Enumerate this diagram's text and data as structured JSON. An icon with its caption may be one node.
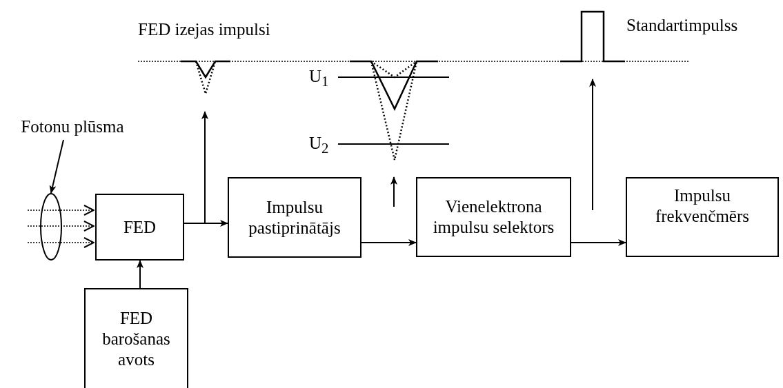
{
  "diagram": {
    "nodes": [
      {
        "text": [
          "Fotonu plūsma"
        ]
      },
      {
        "text": [],
        "shape": "ellipse"
      },
      {
        "text": [
          "FED"
        ]
      },
      {
        "text": [
          "Impulsu pastiprinātājs"
        ]
      },
      {
        "text": [
          "Vienelektrona impulsu selektors"
        ]
      },
      {
        "text": [
          "Impulsu frekvenčmērs"
        ]
      },
      {
        "text": [
          "FED barošanas avots"
        ]
      },
      {
        "text": [],
        "shape": "picture",
        "beside": [
          "FED izejas impulsi"
        ]
      },
      {
        "text": [],
        "shape": "picture"
      },
      {
        "text": [],
        "shape": "picture",
        "beside": [
          "Standartimpulss"
        ]
      }
    ],
    "edges": [
      {
        "from": 0,
        "to": 1,
        "arrow": "to"
      },
      {
        "from": 2,
        "to": 3,
        "arrow": "to"
      },
      {
        "from": 3,
        "to": 4,
        "arrow": "to"
      },
      {
        "from": 4,
        "to": 5,
        "arrow": "to"
      },
      {
        "from": 6,
        "to": 2,
        "arrow": "to"
      },
      {
        "from": null,
        "to": 7,
        "arrow": "to"
      },
      {
        "from": null,
        "to": 8,
        "arrow": "to"
      },
      {
        "from": null,
        "to": 9,
        "arrow": "to"
      },
      {
        "from": null,
        "to": 2,
        "arrow": "to",
        "style": "dashed"
      },
      {
        "from": null,
        "to": 2,
        "arrow": "to",
        "style": "dashed"
      },
      {
        "from": null,
        "to": 2,
        "arrow": "to",
        "style": "dashed"
      }
    ],
    "labels": [
      "U$_{1}$",
      "U$_{2}$"
    ]
  }
}
